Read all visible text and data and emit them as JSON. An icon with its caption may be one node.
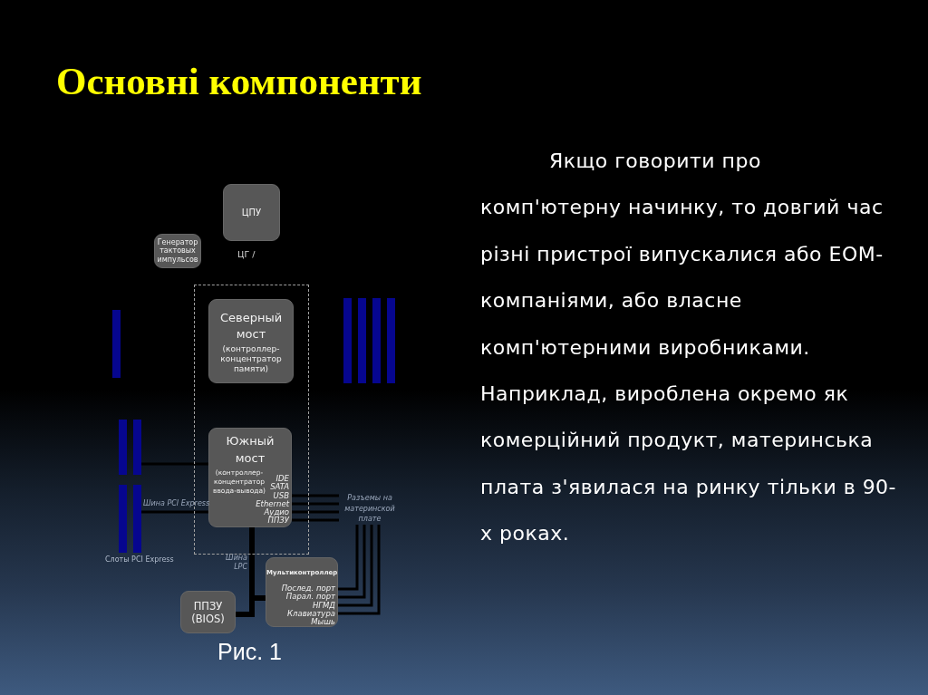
{
  "diagram": {
    "title": "Основні компоненти",
    "caption": "Рис. 1",
    "nodes": [
      {
        "text": [
          "ЦПУ"
        ]
      },
      {
        "text": [
          "Генератор тактовых импульсов"
        ]
      },
      {
        "text": [],
        "shape": "box"
      },
      {
        "text": [
          "Северный мост",
          "(контроллер-концентратор памяти)"
        ],
        "in": 2
      },
      {
        "text": [
          "Южный мост",
          "(контроллер-концентратор ввода-вывода)",
          "IDE",
          "SATA",
          "USB",
          "Ethernet",
          "Аудио",
          "ППЗУ"
        ],
        "in": 2
      },
      {
        "text": [
          "Разъемы на материнской плате"
        ]
      },
      {
        "text": [
          "Мультиконтроллер",
          "Послед. порт",
          "Парал. порт",
          "НГМД",
          "Клавиатура",
          "Мышь"
        ]
      },
      {
        "text": [
          "ППЗУ (BIOS)"
        ]
      },
      {
        "text": [],
        "shape": "bar"
      },
      {
        "text": [],
        "shape": "bar"
      },
      {
        "text": [],
        "shape": "bar"
      },
      {
        "text": [],
        "shape": "bar"
      },
      {
        "text": [],
        "shape": "bar"
      },
      {
        "text": [],
        "shape": "bar"
      },
      {
        "text": [],
        "shape": "bar"
      },
      {
        "text": [],
        "shape": "bar"
      },
      {
        "text": [],
        "shape": "bar"
      }
    ],
    "edges": [
      {
        "from": 14,
        "to": 4,
        "arrow": "none"
      },
      {
        "from": 16,
        "to": 4,
        "arrow": "none",
        "label": "Шина PCI Express"
      },
      {
        "from": 4,
        "to": 7,
        "arrow": "none",
        "style": "thick"
      },
      {
        "from": 4,
        "to": 6,
        "arrow": "none",
        "style": "thick",
        "label": "Шина LPC"
      },
      {
        "from": 4,
        "to": 5,
        "arrow": "none"
      },
      {
        "from": 4,
        "to": 5,
        "arrow": "none"
      },
      {
        "from": 4,
        "to": 5,
        "arrow": "none"
      },
      {
        "from": 4,
        "to": 5,
        "arrow": "none"
      },
      {
        "from": 6,
        "to": 5,
        "arrow": "none"
      },
      {
        "from": 6,
        "to": 5,
        "arrow": "none"
      },
      {
        "from": 6,
        "to": 5,
        "arrow": "none"
      },
      {
        "from": 6,
        "to": 5,
        "arrow": "none"
      }
    ],
    "labels": [
      "Якщо говорити про комп'ютерну начинку, то довгий час різні пристрої випускалися або ЕОМ-компаніями, або власне комп'ютерними виробниками. Наприклад, вироблена окремо як комерційний продукт, материнська плата з'явилася на ринку тільки в 90-х роках.",
      "ЦГ /",
      "Слоты PCI Express"
    ]
  }
}
